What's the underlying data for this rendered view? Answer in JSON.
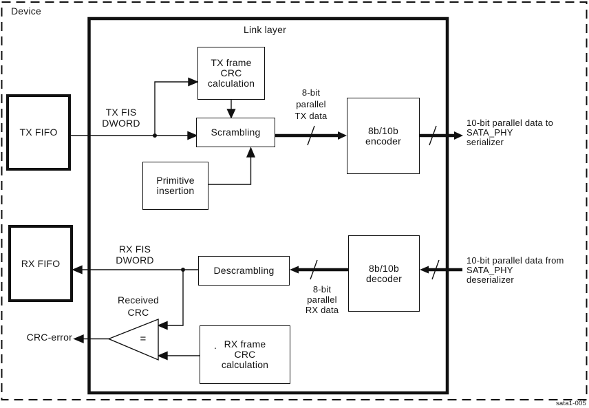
{
  "figure": {
    "device_label": "Device",
    "link_layer_label": "Link layer",
    "figure_id": "sata1-005",
    "colors": {
      "line": "#000000",
      "background": "#ffffff",
      "text": "#141414"
    }
  },
  "boxes": {
    "tx_fifo": {
      "label": "TX FIFO"
    },
    "tx_frame_crc": {
      "line1": "TX frame",
      "line2": "CRC",
      "line3": "calculation"
    },
    "scrambling": {
      "label": "Scrambling"
    },
    "primitive_insertion": {
      "line1": "Primitive",
      "line2": "insertion"
    },
    "encoder": {
      "line1": "8b/10b",
      "line2": "encoder"
    },
    "rx_fifo": {
      "label": "RX FIFO"
    },
    "descrambling": {
      "label": "Descrambling"
    },
    "decoder": {
      "line1": "8b/10b",
      "line2": "decoder"
    },
    "rx_frame_crc": {
      "line1": "RX frame",
      "line2": "CRC",
      "line3": "calculation"
    }
  },
  "labels": {
    "tx_fis": {
      "line1": "TX FIS",
      "line2": "DWORD"
    },
    "tx_bus": {
      "line1": "8-bit",
      "line2": "parallel",
      "line3": "TX data"
    },
    "tx_out": {
      "line1": "10-bit parallel data to",
      "line2": "SATA_PHY",
      "line3": "serializer"
    },
    "rx_fis": {
      "line1": "RX FIS",
      "line2": "DWORD"
    },
    "rx_bus": {
      "line1": "8-bit",
      "line2": "parallel",
      "line3": "RX data"
    },
    "rx_in": {
      "line1": "10-bit parallel data from",
      "line2": "SATA_PHY",
      "line3": "deserializer"
    },
    "received_crc": {
      "line1": "Received",
      "line2": "CRC"
    },
    "crc_error": "CRC-error",
    "comparator": "=",
    "artifact_dot": "."
  }
}
